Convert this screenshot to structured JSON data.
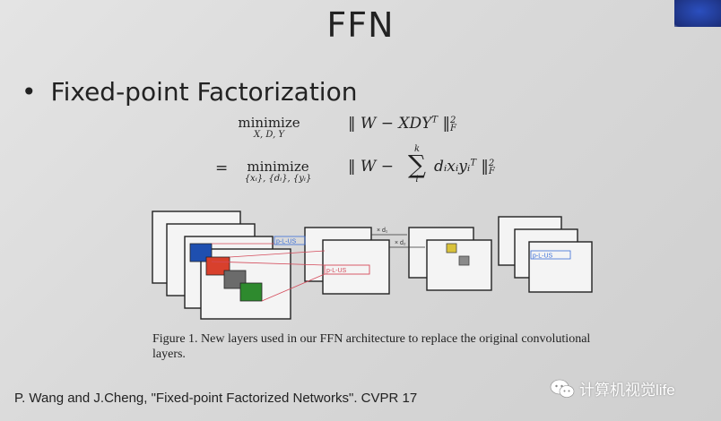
{
  "slide": {
    "title": "FFN",
    "bullet": "Fixed-point Factorization",
    "equation1": {
      "operator": "minimize",
      "subscript": "X, D, Y",
      "expression": "‖ W − XDY",
      "exponent": "T",
      "norm_close": "‖",
      "norm_exp": "2",
      "norm_sub": "F"
    },
    "equation2": {
      "prefix": "=",
      "operator": "minimize",
      "subscript": "{xᵢ}, {dᵢ}, {yᵢ}",
      "expression_left": "‖ W −",
      "sum_top": "k",
      "sum_bottom": "i",
      "expression_right": "dᵢxᵢyᵢ",
      "exponent": "T",
      "norm_close": "‖",
      "norm_exp": "2",
      "norm_sub": "F"
    },
    "figure": {
      "labels": {
        "block_label_1": "p-L-US",
        "block_label_2": "p-L-US",
        "block_label_3": "p-L-US",
        "arrow_label_1": "× d₁",
        "arrow_label_2": "× d₂"
      },
      "colors": {
        "blue": "#1e4fb0",
        "red": "#d8402c",
        "gray": "#6b6b6b",
        "green": "#2e8a2e",
        "yellow": "#d9c23a",
        "link_red": "#d44a5a",
        "label_blue": "#3a6ed8"
      }
    },
    "caption": "Figure 1. New layers used in our FFN architecture to replace the original convolutional layers.",
    "citation": "P. Wang and J.Cheng, \"Fixed-point Factorized Networks\". CVPR 17"
  },
  "watermark": {
    "icon": "wechat-icon",
    "text": "计算机视觉life"
  }
}
